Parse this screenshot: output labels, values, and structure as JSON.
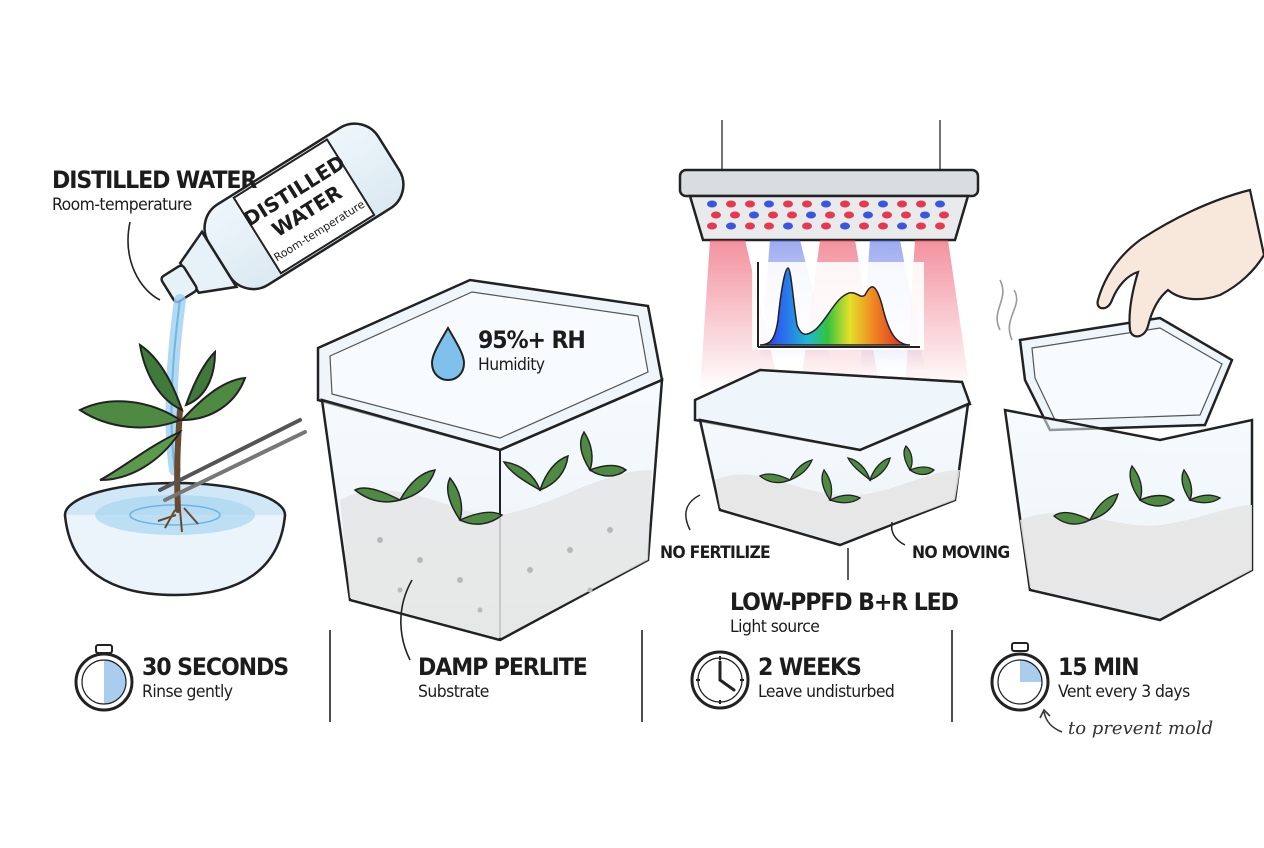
{
  "steps": [
    {
      "id": "rinse",
      "callout_title": "DISTILLED WATER",
      "callout_sub": "Room-temperature",
      "bottle_label_1": "DISTILLED",
      "bottle_label_2": "WATER",
      "bottle_label_3": "Room-temperature",
      "metric": "30 SECONDS",
      "metric_sub": "Rinse gently",
      "metric_icon": "stopwatch-icon",
      "timer_fraction": 0.5
    },
    {
      "id": "substrate",
      "callout_title": "95%+ RH",
      "callout_sub": "Humidity",
      "callout_icon": "water-drop-icon",
      "metric": "DAMP PERLITE",
      "metric_sub": "Substrate"
    },
    {
      "id": "light",
      "note_left": "NO FERTILIZE",
      "note_right": "NO MOVING",
      "callout_title": "LOW-PPFD B+R LED",
      "callout_sub": "Light source",
      "metric": "2 WEEKS",
      "metric_sub": "Leave undisturbed",
      "metric_icon": "clock-icon"
    },
    {
      "id": "vent",
      "metric": "15 MIN",
      "metric_sub": "Vent every 3 days",
      "metric_icon": "stopwatch-icon",
      "timer_fraction": 0.25,
      "annotation": "to prevent mold"
    }
  ],
  "colors": {
    "ink": "#1c1c1c",
    "water": "#9fd0f0",
    "leaf": "#3f7a3a",
    "led_red": "#e8384f",
    "led_blue": "#3a56e0",
    "perlite": "#dcdcdc"
  }
}
